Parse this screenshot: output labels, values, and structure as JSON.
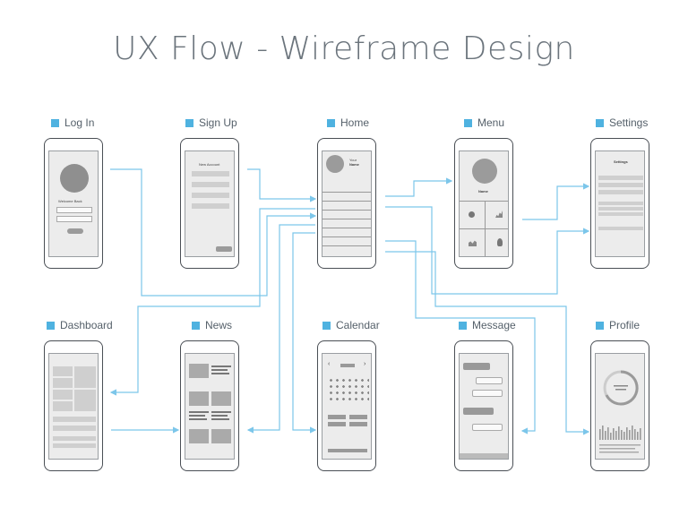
{
  "title": "UX Flow - Wireframe Design",
  "accent_color": "#4fb2e0",
  "line_color": "#7cc6ea",
  "screens": {
    "login": {
      "label": "Log In",
      "welcome": "Welcome Back"
    },
    "signup": {
      "label": "Sign Up",
      "heading": "New Account"
    },
    "home": {
      "label": "Home",
      "your": "Your",
      "name": "Name"
    },
    "menu": {
      "label": "Menu",
      "name": "Name"
    },
    "settings": {
      "label": "Settings",
      "heading": "Settings"
    },
    "dashboard": {
      "label": "Dashboard"
    },
    "news": {
      "label": "News"
    },
    "calendar": {
      "label": "Calendar"
    },
    "message": {
      "label": "Message"
    },
    "profile": {
      "label": "Profile"
    }
  }
}
